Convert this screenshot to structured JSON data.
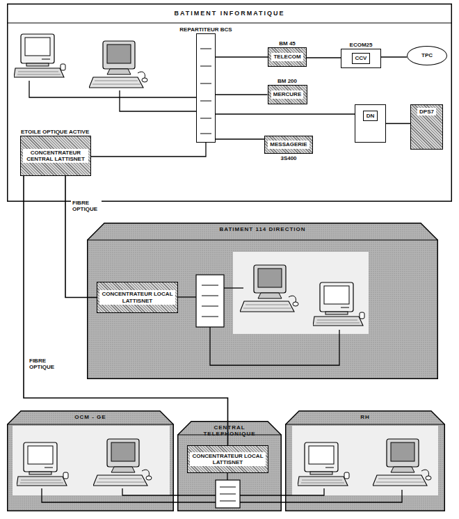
{
  "diagram": {
    "nodes": [
      {
        "text": [
          "BATIMENT INFORMATIQUE"
        ]
      },
      {
        "text": [
          "REPARTITEUR BCS"
        ],
        "in": 0
      },
      {
        "text": [
          "BM 45",
          "TELECOM"
        ],
        "in": 0
      },
      {
        "text": [
          "ECOM25",
          "CCV"
        ],
        "in": 0
      },
      {
        "text": [
          "TPC"
        ],
        "in": 0
      },
      {
        "text": [
          "BM 200",
          "MERCURE"
        ],
        "in": 0
      },
      {
        "text": [
          "DN"
        ],
        "in": 0
      },
      {
        "text": [
          "DPS7"
        ],
        "in": 0
      },
      {
        "text": [
          "MESSAGERIE",
          "3S400"
        ],
        "in": 0
      },
      {
        "text": [
          "ETOILE OPTIQUE ACTIVE",
          "CONCENTRATEUR CENTRAL LATTISNET"
        ],
        "in": 0
      },
      {
        "text": [
          "BATIMENT 114 DIRECTION"
        ]
      },
      {
        "text": [
          "CONCENTRATEUR LOCAL LATTISNET"
        ],
        "in": 10
      },
      {
        "text": [
          "OCM - GE"
        ]
      },
      {
        "text": [
          "CENTRAL TELEPHONIQUE"
        ]
      },
      {
        "text": [
          "CONCENTRATEUR LOCAL LATTISNET"
        ],
        "in": 13
      },
      {
        "text": [
          "RH"
        ]
      }
    ],
    "edges": [
      {
        "from": 1,
        "to": 2,
        "arrow": "none"
      },
      {
        "from": 2,
        "to": 3,
        "arrow": "none"
      },
      {
        "from": 3,
        "to": 4,
        "arrow": "none"
      },
      {
        "from": 1,
        "to": 5,
        "arrow": "none"
      },
      {
        "from": 1,
        "to": 6,
        "arrow": "none"
      },
      {
        "from": 6,
        "to": 7,
        "arrow": "none"
      },
      {
        "from": 1,
        "to": 8,
        "arrow": "none"
      },
      {
        "from": 9,
        "to": 1,
        "arrow": "none"
      },
      {
        "from": 9,
        "to": 11,
        "label": "FIBRE OPTIQUE",
        "arrow": "none"
      },
      {
        "from": 9,
        "to": 14,
        "label": "FIBRE OPTIQUE",
        "arrow": "none"
      }
    ]
  }
}
